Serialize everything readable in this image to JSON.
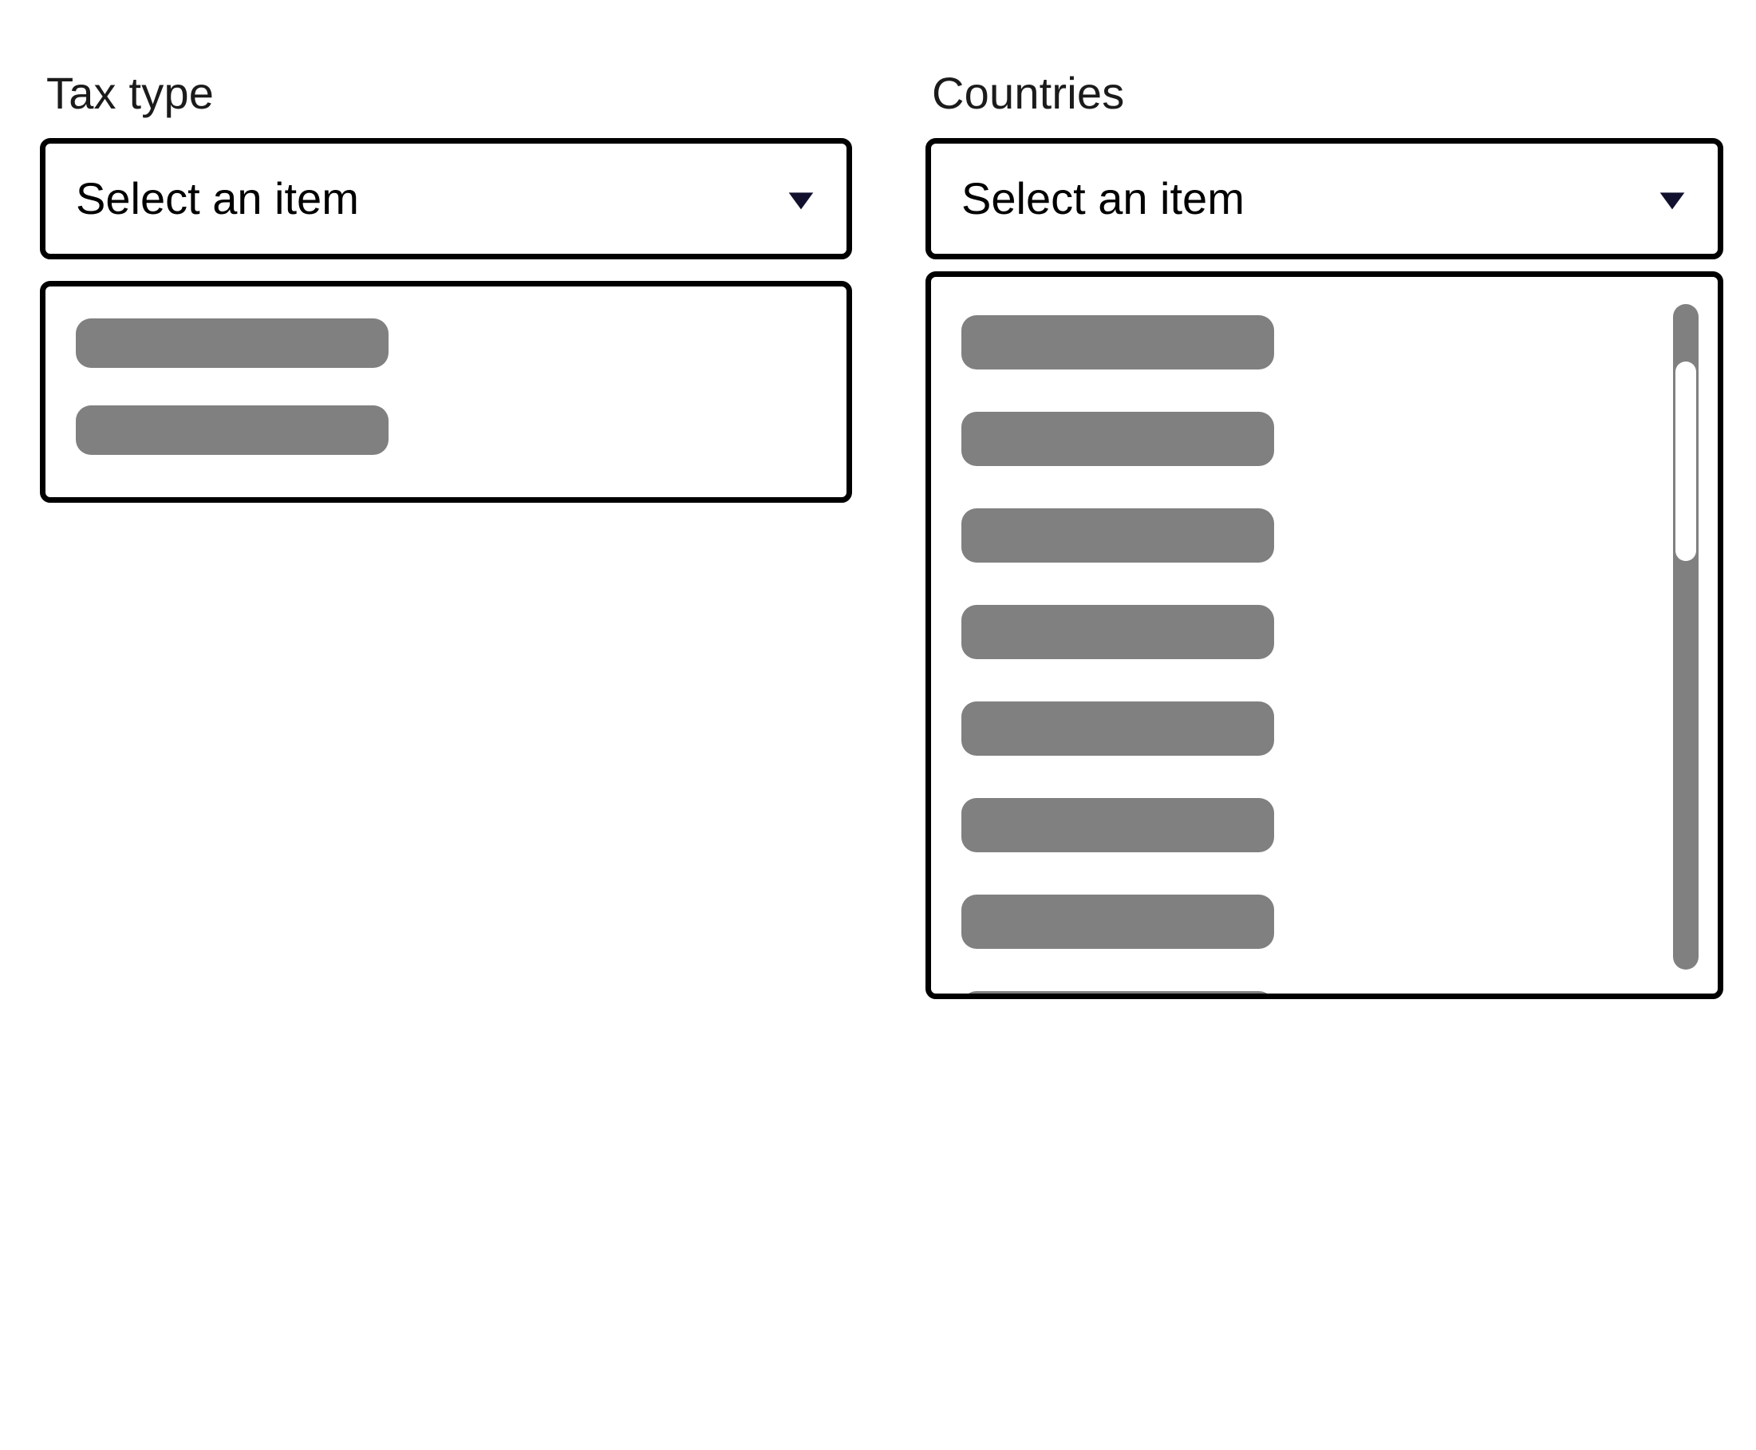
{
  "form": {
    "fields": [
      {
        "key": "tax_type",
        "label": "Tax type",
        "select": {
          "value": "Select an item",
          "placeholder": "Select an item",
          "caret": "chevron-down-icon",
          "caret_color": "#11112e"
        },
        "options_panel": {
          "visible": true,
          "scrollable": false,
          "option_count": 2,
          "options": [
            "",
            ""
          ]
        }
      },
      {
        "key": "countries",
        "label": "Countries",
        "select": {
          "value": "Select an item",
          "placeholder": "Select an item",
          "caret": "chevron-down-icon",
          "caret_color": "#11112e"
        },
        "options_panel": {
          "visible": true,
          "scrollable": true,
          "option_count": 10,
          "options": [
            "",
            "",
            "",
            "",
            "",
            "",
            "",
            "",
            "",
            ""
          ],
          "scrollbar": {
            "track_color": "#808080",
            "thumb_color": "#ffffff",
            "thumb_position_percent": 8,
            "thumb_size_percent": 28
          }
        }
      }
    ],
    "colors": {
      "border": "#000000",
      "background": "#ffffff",
      "placeholder_bar": "#808080",
      "text": "#000000",
      "label_text": "#1b1b1b"
    }
  }
}
